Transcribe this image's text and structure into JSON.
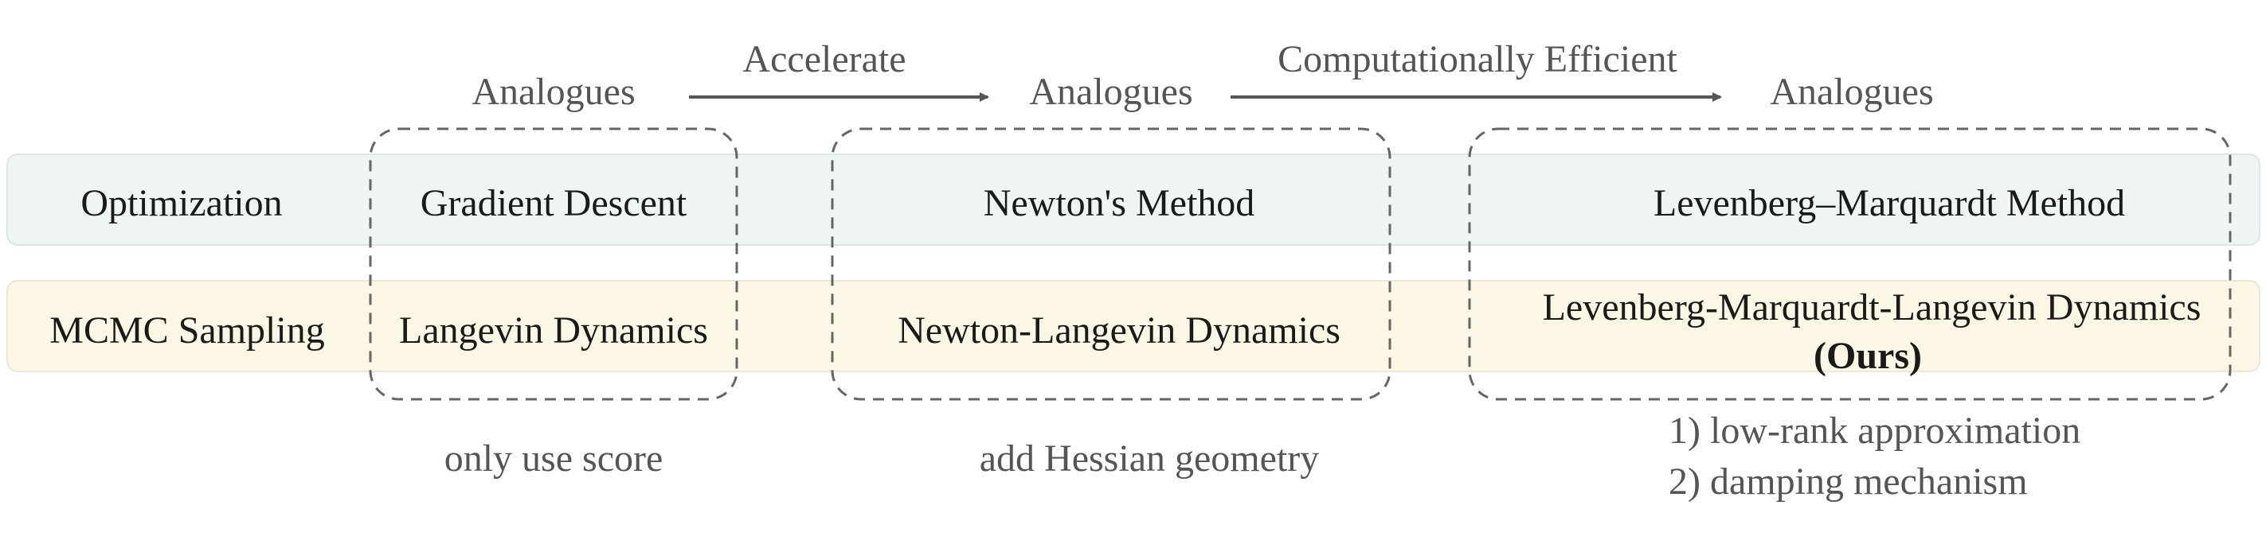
{
  "rows": {
    "optimization": {
      "label": "Optimization",
      "methods": [
        "Gradient Descent",
        "Newton's Method",
        "Levenberg–Marquardt Method"
      ]
    },
    "mcmc": {
      "label": "MCMC Sampling",
      "methods": [
        "Langevin Dynamics",
        "Newton-Langevin Dynamics",
        "Levenberg-Marquardt-Langevin Dynamics"
      ],
      "ours": "(Ours)"
    }
  },
  "analogues_label": "Analogues",
  "transitions": [
    "Accelerate",
    "Computationally Efficient"
  ],
  "notes": {
    "col1": "only use score",
    "col2": "add Hessian geometry",
    "col3": [
      "1) low-rank approximation",
      "2) damping mechanism"
    ]
  },
  "colors": {
    "optimization_band": "#eff5f0",
    "mcmc_band": "#fcf6e4",
    "text": "#1a1a1a",
    "annotation": "#555555",
    "dashed_box": "#666666"
  }
}
